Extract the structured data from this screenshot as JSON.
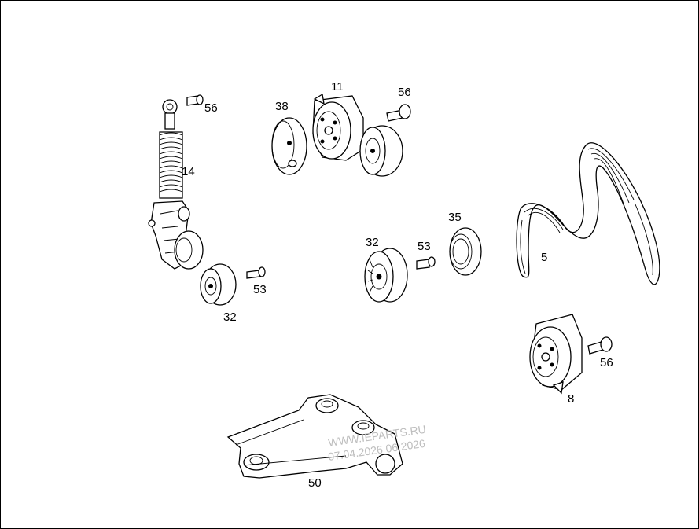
{
  "diagram": {
    "labels": {
      "bolt_56_left": "56",
      "tensioner_14": "14",
      "spacer_38": "38",
      "tensioner_11": "11",
      "bolt_56_top": "56",
      "idler_32_left": "32",
      "bolt_53_left": "53",
      "idler_32_mid": "32",
      "bolt_53_mid": "53",
      "cover_35": "35",
      "belt_5": "5",
      "tensioner_8": "8",
      "bolt_56_right": "56",
      "bracket_50": "50"
    },
    "watermark": {
      "line1": "WWW.IEPARTS.RU",
      "line2": "07.04.2026 06:2026"
    }
  }
}
